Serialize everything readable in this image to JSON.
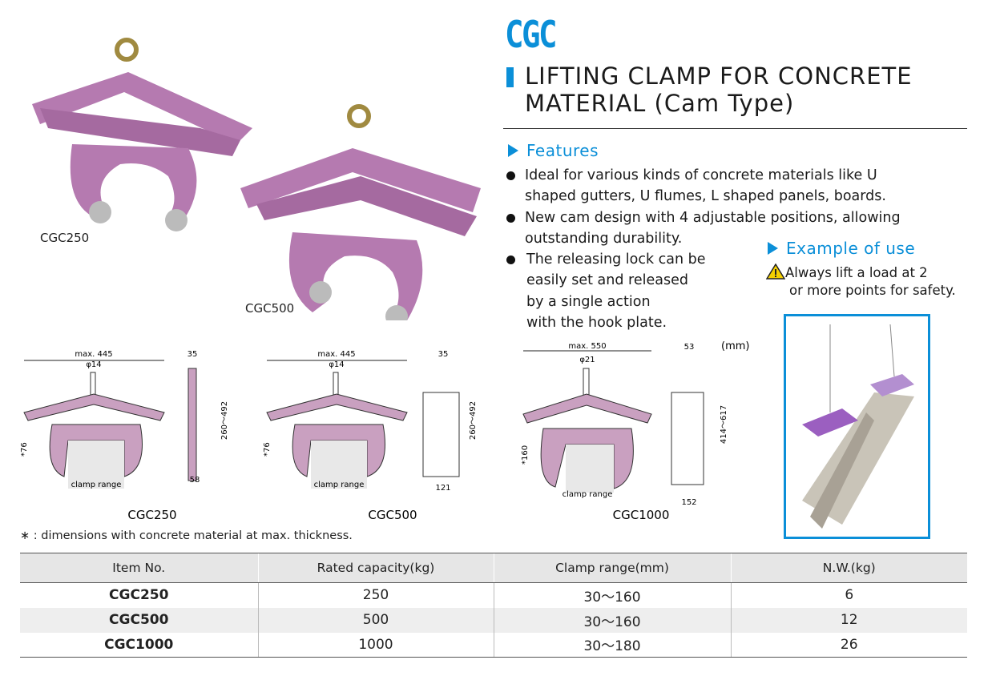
{
  "brand": "CGC",
  "title_line1": "LIFTING CLAMP FOR CONCRETE",
  "title_line2": "MATERIAL (Cam Type)",
  "features": {
    "heading": "Features",
    "items": [
      [
        "Ideal for various kinds of concrete materials like U",
        "shaped gutters, U flumes, L shaped panels, boards."
      ],
      [
        "New cam design with 4 adjustable positions, allowing",
        "outstanding durability."
      ],
      [
        "The releasing lock can be",
        "easily set and released",
        "by a single action",
        "with the hook plate."
      ]
    ]
  },
  "example": {
    "heading": "Example of use",
    "warning_icon": "warning-triangle-icon",
    "warning_line1": "Always lift a load at 2",
    "warning_line2": "or more points for safety."
  },
  "photos": {
    "cgc250": "CGC250",
    "cgc500": "CGC500"
  },
  "diagrams": {
    "unit": "(mm)",
    "clamp_range": "clamp range",
    "cgc250": {
      "label": "CGC250",
      "width": "max. 445",
      "pin": "φ14",
      "thick": "35",
      "height": "260～492",
      "jaw": "*76",
      "depth": "58"
    },
    "cgc500": {
      "label": "CGC500",
      "width": "max. 445",
      "pin": "φ14",
      "thick": "35",
      "height": "260～492",
      "jaw": "*76",
      "depth": "121"
    },
    "cgc1000": {
      "label": "CGC1000",
      "width": "max. 550",
      "pin": "φ21",
      "thick": "53",
      "height": "414～617",
      "jaw": "*160",
      "depth": "152"
    }
  },
  "footnote": "∗ : dimensions with concrete material at max. thickness.",
  "table": {
    "headers": [
      "Item No.",
      "Rated capacity(kg)",
      "Clamp range(mm)",
      "N.W.(kg)"
    ],
    "rows": [
      [
        "CGC250",
        "250",
        "30～160",
        "6"
      ],
      [
        "CGC500",
        "500",
        "30～160",
        "12"
      ],
      [
        "CGC1000",
        "1000",
        "30～180",
        "26"
      ]
    ]
  },
  "colors": {
    "accent": "#0b8fd8",
    "clamp": "#c9a0c0",
    "photo_clamp": "#b57ab0"
  }
}
